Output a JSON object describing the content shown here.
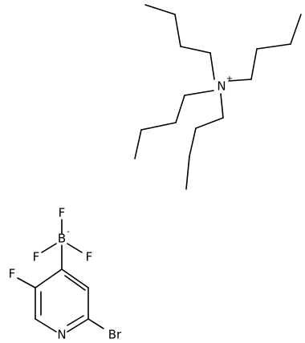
{
  "molecule": {
    "cation": {
      "atoms": {
        "nitrogen": "N",
        "charge": "+"
      }
    },
    "anion": {
      "atoms": {
        "boron": "B",
        "boron_charge": "-",
        "f_top": "F",
        "f_left": "F",
        "f_right": "F",
        "f_ring": "F",
        "ring_nitrogen": "N",
        "bromine": "Br"
      }
    }
  }
}
